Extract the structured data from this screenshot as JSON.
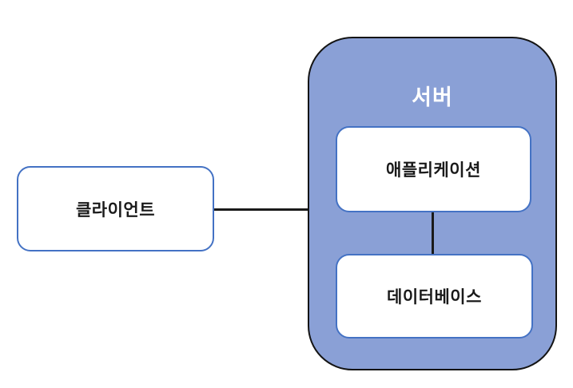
{
  "diagram": {
    "title": "Client-Server architecture diagram",
    "client": {
      "label": "클라이언트"
    },
    "server": {
      "title": "서버",
      "application": {
        "label": "애플리케이션"
      },
      "database": {
        "label": "데이터베이스"
      }
    },
    "connections": [
      {
        "from": "클라이언트",
        "to": "서버",
        "orientation": "horizontal"
      },
      {
        "from": "애플리케이션",
        "to": "데이터베이스",
        "orientation": "vertical"
      }
    ],
    "colors": {
      "background": "#FFFFFF",
      "server_fill": "#8AA0D6",
      "server_border": "#141414",
      "node_fill": "#FFFFFF",
      "node_border": "#4472C4",
      "connector": "#1A1A1A",
      "server_title_text": "#FFFFFF",
      "node_label_text": "#1A1A1A"
    }
  }
}
